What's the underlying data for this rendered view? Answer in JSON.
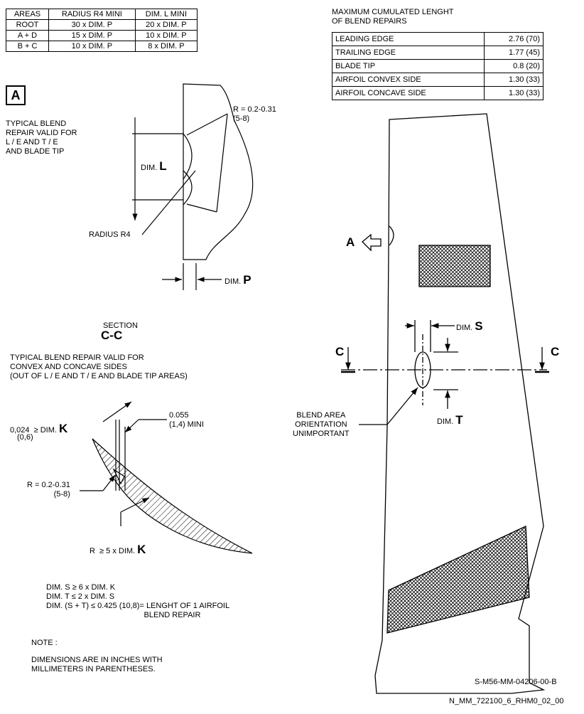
{
  "radius_table": {
    "headers": [
      "AREAS",
      "RADIUS R4 MINI",
      "DIM. L MINI"
    ],
    "rows": [
      [
        "ROOT",
        "30 x DIM. P",
        "20 x DIM. P"
      ],
      [
        "A + D",
        "15 x DIM. P",
        "10 x DIM. P"
      ],
      [
        "B + C",
        "10 x DIM. P",
        "8 x DIM. P"
      ]
    ]
  },
  "length_table": {
    "title_line1": "MAXIMUM CUMULATED LENGHT",
    "title_line2": "OF BLEND REPAIRS",
    "rows": [
      [
        "LEADING EDGE",
        "2.76 (70)"
      ],
      [
        "TRAILING EDGE",
        "1.77 (45)"
      ],
      [
        "BLADE TIP",
        "0.8 (20)"
      ],
      [
        "AIRFOIL CONVEX SIDE",
        "1.30 (33)"
      ],
      [
        "AIRFOIL CONCAVE SIDE",
        "1.30 (33)"
      ]
    ]
  },
  "detail_a": {
    "marker": "A",
    "desc": "TYPICAL BLEND\nREPAIR VALID FOR\nL / E AND T / E\nAND BLADE TIP",
    "radius_note": "R = 0.2-0.31\n(5-8)",
    "dim_l_prefix": "DIM.",
    "dim_l": "L",
    "radius_r4": "RADIUS R4",
    "dim_p_prefix": "DIM.",
    "dim_p": "P"
  },
  "section_cc": {
    "label": "SECTION",
    "name": "C-C",
    "desc": "TYPICAL BLEND REPAIR VALID FOR\nCONVEX AND CONCAVE SIDES\n(OUT OF L / E AND T / E AND BLADE TIP AREAS)",
    "k_limit": "0,024  ≥ DIM.",
    "k_limit_mm": "(0,6)",
    "k": "K",
    "min_thickness": "0.055\n(1,4) MINI",
    "radius_note": "R = 0.2-0.31\n(5-8)",
    "r_rule": "R  ≥ 5 x DIM.",
    "r_k": "K",
    "rules": "DIM. S ≥ 6 x DIM. K\nDIM. T ≤ 2 x DIM. S\nDIM. (S + T) ≤ 0.425 (10,8)= LENGHT OF 1 AIRFOIL\n                                             BLEND REPAIR"
  },
  "note": {
    "title": "NOTE :",
    "text": "DIMENSIONS ARE IN INCHES WITH\nMILLIMETERS IN PARENTHESES."
  },
  "blade": {
    "view_a": "A",
    "dim_s_prefix": "DIM.",
    "dim_s": "S",
    "dim_t_prefix": "DIM.",
    "dim_t": "T",
    "section_left": "C",
    "section_right": "C",
    "blend_note": "BLEND AREA\nORIENTATION\nUNIMPORTANT"
  },
  "references": {
    "sheet": "S-M56-MM-04206-00-B",
    "file": "N_MM_722100_6_RHM0_02_00"
  }
}
